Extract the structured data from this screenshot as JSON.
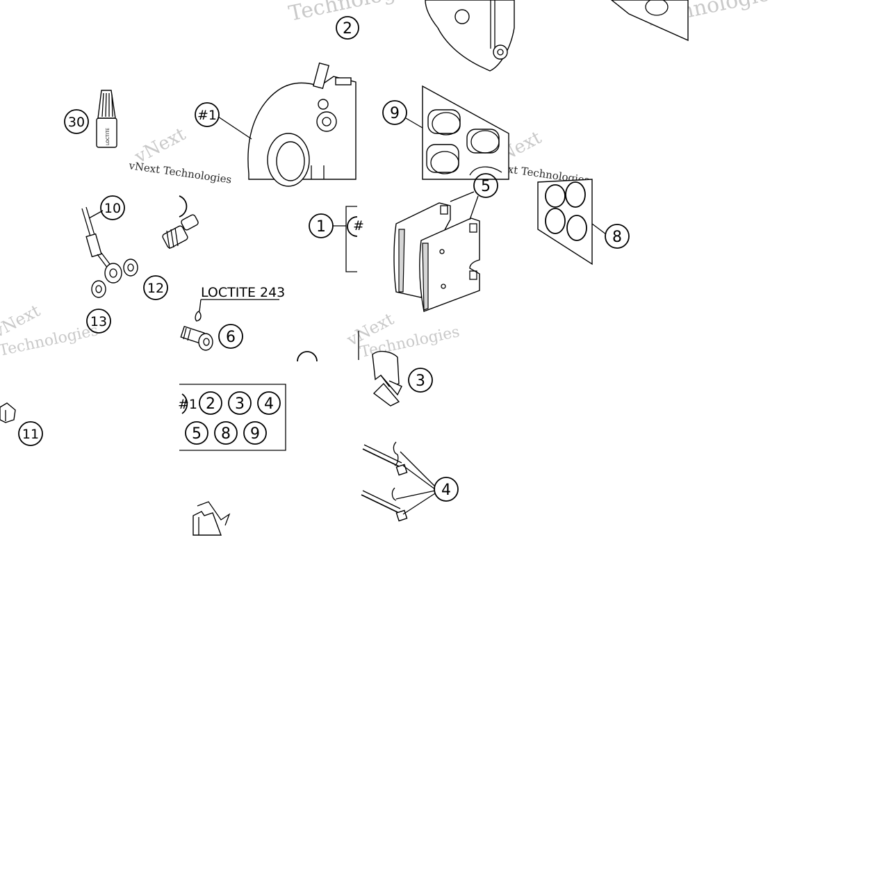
{
  "diagram": {
    "callouts": [
      {
        "id": "c30",
        "label": "30"
      },
      {
        "id": "c1a",
        "label": "#1"
      },
      {
        "id": "c2",
        "label": "2"
      },
      {
        "id": "c9",
        "label": "9"
      },
      {
        "id": "c5",
        "label": "5"
      },
      {
        "id": "c8",
        "label": "8"
      },
      {
        "id": "c10",
        "label": "10"
      },
      {
        "id": "c1",
        "label": "1"
      },
      {
        "id": "c12",
        "label": "12"
      },
      {
        "id": "c13",
        "label": "13"
      },
      {
        "id": "c6",
        "label": "6"
      },
      {
        "id": "c3",
        "label": "3"
      },
      {
        "id": "c11",
        "label": "11"
      },
      {
        "id": "c4",
        "label": "4"
      }
    ],
    "loctite_note": "LOCTITE 243",
    "tube_label": "LOCTITE",
    "kit_box": {
      "row1": [
        "#1",
        "2",
        "3",
        "4"
      ],
      "row2": [
        "5",
        "8",
        "9"
      ]
    },
    "watermarks": {
      "brand_light": "Technologies",
      "brand_dark": "vNext Technologies",
      "brand_short": "vNext",
      "brand_tail": "Technologies"
    }
  }
}
